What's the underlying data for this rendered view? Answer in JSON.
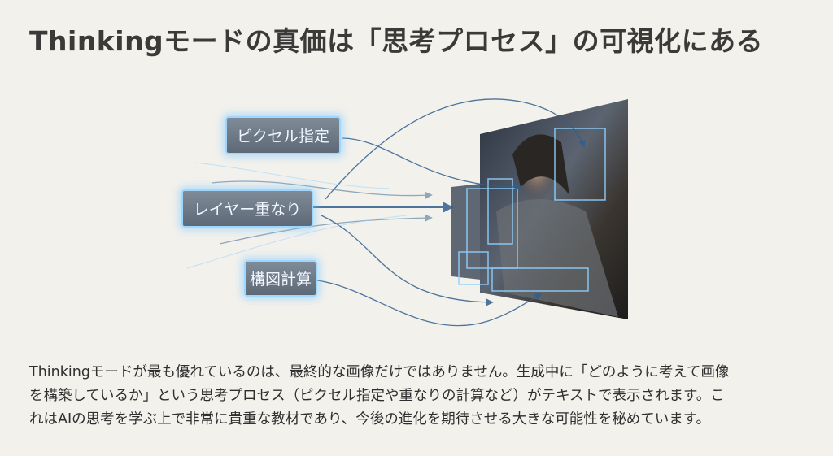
{
  "title": "Thinkingモードの真価は「思考プロセス」の可視化にある",
  "diagram": {
    "labels": [
      "ピクセル指定",
      "レイヤー重なり",
      "構図計算"
    ],
    "accent": "#9fd6ff",
    "arrow_color": "#2f5f8f"
  },
  "body": {
    "lines": [
      "Thinkingモードが最も優れているのは、最終的な画像だけではありません。生成中に「どのように考えて画像",
      "を構築しているか」という思考プロセス（ピクセル指定や重なりの計算など）がテキストで表示されます。こ",
      "れはAIの思考を学ぶ上で非常に貴重な教材であり、今後の進化を期待させる大きな可能性を秘めています。"
    ]
  }
}
